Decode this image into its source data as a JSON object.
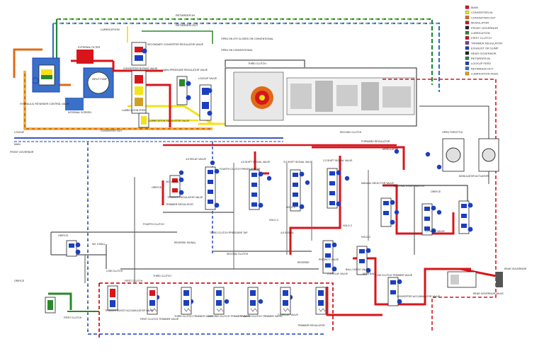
{
  "legend": {
    "items": [
      {
        "label": "MAIN",
        "color": "#d8151b"
      },
      {
        "label": "CONVERTER-IN",
        "color": "#f4e21a"
      },
      {
        "label": "CONVERTER-OUT",
        "color": "#e06a16"
      },
      {
        "label": "MODULATOR",
        "color": "#c21919"
      },
      {
        "label": "FRONT GOVERNOR",
        "color": "#222222"
      },
      {
        "label": "LUBRICATION",
        "color": "#2a8a2a"
      },
      {
        "label": "FIRST CLUTCH",
        "color": "#c21919"
      },
      {
        "label": "TRIMMER REGULATOR",
        "color": "#7a3a9a"
      },
      {
        "label": "EXHAUST OR SUMP",
        "color": "#1b3fbe"
      },
      {
        "label": "REAR GOVERNOR",
        "color": "#222222"
      },
      {
        "label": "RETARDER-IN",
        "color": "#1e8a3a"
      },
      {
        "label": "LOCKUP FEED",
        "color": "#1b3fbe"
      },
      {
        "label": "RETARDER-OUT",
        "color": "#3a70c8"
      },
      {
        "label": "LUBRICATION FEED",
        "color": "#d0a020"
      }
    ]
  },
  "labels": {
    "retarder_in": "RETARDER-IN",
    "retarder_out": "RETARDER-OUT",
    "lubrication_top": "LUBRICATION",
    "external_filter": "EXTERNAL FILTER",
    "input_pump": "INPUT PUMP",
    "internal_screen": "INTERNAL SCREEN",
    "hydraulic_retarder": "HYDRAULIC RETARDER CONTROL VALVE",
    "converter_bypass": "CONVERTER BYPASS VALVE",
    "secondary_converter": "SECONDARY CONVERTER REGULATOR VALVE",
    "main_pressure": "MAIN PRESSURE REGULATOR VALVE",
    "lubrication_feed": "LUBRICATION FEED",
    "lubrication_regulator": "LUBRICATION REGULATOR VALVE",
    "lockup_valve": "LOCKUP VALVE",
    "converter_out": "CONVERTER OUT",
    "open_on_4th": "OPEN ON 4TH CLOSED ON CONVENTIONAL",
    "open_on_conventional": "OPEN ON CONVENTIONAL",
    "third_clutch": "THIRD CLUTCH",
    "lockup": "LOCKUP",
    "main": "MAIN",
    "front_governor": "FRONT GOVERNOR",
    "second_clutch": "SECOND CLUTCH",
    "forward_regulator": "FORWARD REGULATOR",
    "modulator": "MODULATOR",
    "open_throttle": "OPEN THROTTLE",
    "orifice": "ORIFICE",
    "relay_45": "4-5 RELAY VALVE",
    "fourth_clutch_pressure": "FOURTH CLUTCH PRESSURE TAP",
    "shift_45": "4-5 SHIFT SIGNAL VALVE",
    "shift_34": "3-4 SHIFT SIGNAL VALVE",
    "shift_23": "2-3 SHIFT SIGNAL VALVE",
    "manual_selector": "MANUAL SELECTOR VALVE",
    "neutral_start": "NEUTRAL START SWITCH",
    "modulator_actuator": "MODULATOR ACTUATOR",
    "no4_ball": "NO. 4 BALL",
    "trimmer_regulator_valve": "TRIMMER REGULATOR VALVE",
    "fourth_clutch": "FOURTH CLUTCH",
    "reverse_signal": "REVERSE SIGNAL",
    "third_clutch_pressure": "THIRD CLUTCH PRESSURE TAP",
    "second_clutch_label": "SECOND CLUTCH",
    "reverse": "REVERSE",
    "hold_5": "HOLD 5",
    "hold_4": "HOLD 4",
    "hold_3": "HOLD 3",
    "hold_2": "HOLD 2",
    "signal_4": "4-5 SIGNAL",
    "low_clutch": "LOW CLUTCH",
    "no6_ball": "NO. 6 BALL",
    "first_clutch": "FIRST CLUTCH",
    "trimmer_first": "TRIMMER BOOST ACCUMULATOR VALVE",
    "first_clutch_trimmer": "FIRST CLUTCH TRIMMER VALVE",
    "third_clutch_trimmer": "THIRD CLUTCH TRIMMER VALVE",
    "second_clutch_trimmer": "SECOND CLUTCH TRIMMER VALVE",
    "fourth_clutch_trimmer": "FOURTH CLUTCH TRIMMER VALVE",
    "relay_34": "3-4 RELAY VALVE",
    "priority_valve": "PRIORITY VALVE",
    "ball_check": "BALL CHECK VALVE",
    "relay_23": "2-3 RELAY VALVE",
    "no5_ball": "NO. 5 BALL",
    "low_trimmer": "LOW CLUTCH TRIMMER VALVE",
    "converter_acc": "CONVERTER ACCUMULATOR VALVE",
    "rear_governor": "REAR GOVERNOR",
    "rear_governor_valve": "REAR GOVERNOR VALVE",
    "trimmer_regulator": "TRIMMER REGULATOR",
    "shift_12": "1-2 SHIFT VALVE",
    "trimmer_reg_bottom": "TRIMMER REGULATOR"
  }
}
